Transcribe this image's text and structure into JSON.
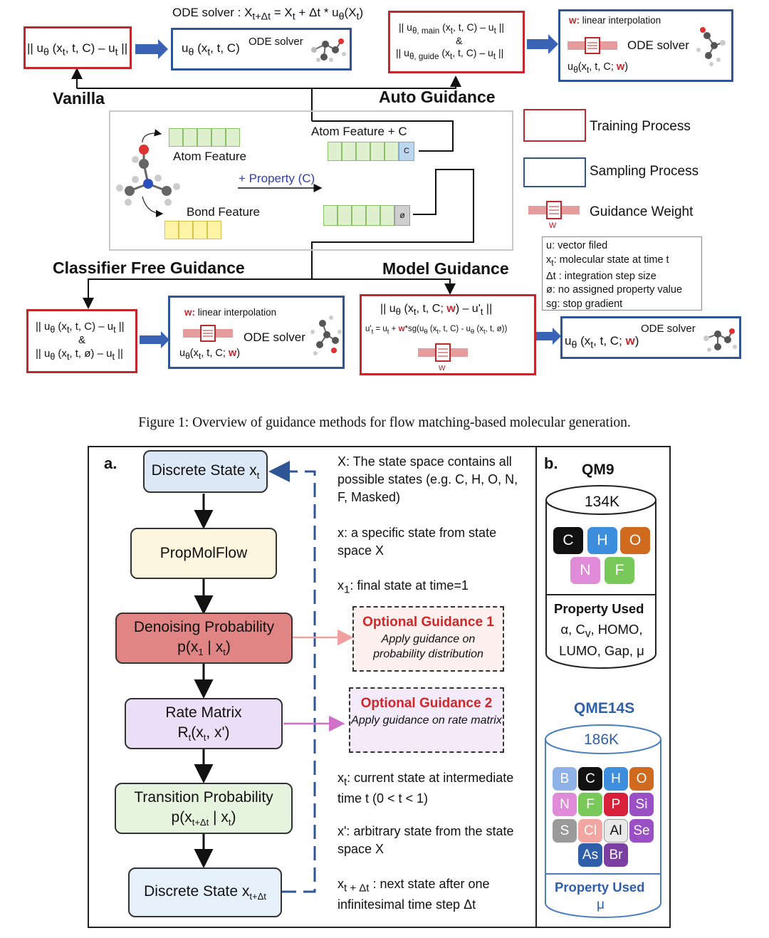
{
  "figure1": {
    "top_formula": "ODE solver : X<sub>t+Δt</sub> = X<sub>t</sub> + Δt * u<sub>θ</sub>(X<sub>t</sub>)",
    "vanilla": {
      "loss": "|| u<sub>θ</sub> (x<sub>t</sub>, t, C) – u<sub>t</sub> ||",
      "sample": "u<sub>θ</sub> (x<sub>t</sub>, t, C)",
      "solver": "ODE solver",
      "label": "Vanilla"
    },
    "auto": {
      "loss_main": "|| u<sub>θ, main</sub> (x<sub>t</sub>, t, C) – u<sub>t</sub> ||",
      "amp": "&",
      "loss_guide": "|| u<sub>θ, guide</sub> (x<sub>t</sub>, t, C) – u<sub>t</sub> ||",
      "w_label": "w: linear interpolation",
      "solver": "ODE solver",
      "sample": "u<sub>θ</sub>(x<sub>t</sub>, t, C; <b style='color:#c0282d'>w</b>)",
      "label": "Auto Guidance"
    },
    "center": {
      "atom_feature_c": "Atom Feature + C",
      "atom_feature": "Atom Feature",
      "property": "+ Property (C)",
      "bond_feature": "Bond Feature",
      "c": "C",
      "null": "ø"
    },
    "legend": {
      "training": "Training Process",
      "sampling": "Sampling Process",
      "guidance_weight": "Guidance Weight",
      "w": "w"
    },
    "notes": [
      "u: vector filed",
      "x<sub>t</sub>: molecular state at time t",
      "Δt : integration step size",
      "ø: no assigned property value",
      "sg: stop gradient"
    ],
    "cfg": {
      "label": "Classifier Free Guidance",
      "loss1": "|| u<sub>θ</sub> (x<sub>t</sub>, t, C) – u<sub>t</sub> ||",
      "amp": "&",
      "loss2": "|| u<sub>θ</sub> (x<sub>t</sub>, t, ø) – u<sub>t</sub> ||",
      "w_label": "w: linear interpolation",
      "solver": "ODE solver",
      "sample": "u<sub>θ</sub>(x<sub>t</sub>, t, C; <b style='color:#c0282d'>w</b>)"
    },
    "model": {
      "label": "Model Guidance",
      "loss": "|| u<sub>θ</sub> (x<sub>t</sub>, t, C; <b style='color:#c0282d'>w</b>) – u'<sub>t</sub> ||",
      "eq": "u'<sub>t</sub> = u<sub>t</sub> + <b style='color:#c0282d'>w</b>*sg(u<sub>θ</sub> (x<sub>t</sub>, t, C) - u<sub>θ</sub> (x<sub>t</sub>, t, ø))",
      "w": "w",
      "solver": "ODE solver",
      "sample": "u<sub>θ</sub> (x<sub>t</sub>, t, C; <b style='color:#c0282d'>w</b>)"
    },
    "caption": "Figure 1: Overview of guidance methods for flow matching-based molecular generation."
  },
  "figure2": {
    "a_label": "a.",
    "b_label": "b.",
    "flow": [
      {
        "text": "Discrete State x<sub>t</sub>"
      },
      {
        "text": "PropMolFlow"
      },
      {
        "text": "Denoising Probability<br>p(x<sub>1</sub> | x<sub>t</sub>)"
      },
      {
        "text": "Rate Matrix<br>R<sub>t</sub>(x<sub>t</sub>, x')"
      },
      {
        "text": "Transition Probability<br>p(x<sub>t+Δt</sub> | x<sub>t</sub>)"
      },
      {
        "text": "Discrete State x<sub>t+Δt</sub>"
      }
    ],
    "opt1": {
      "title": "Optional Guidance 1",
      "body": "Apply guidance on probability distribution"
    },
    "opt2": {
      "title": "Optional Guidance 2",
      "body": "Apply guidance on rate matrix"
    },
    "defs": [
      "X: The state space contains all possible states (e.g. C, H, O, N, F, Masked)",
      "x: a specific state from state space X",
      "x<sub>1</sub>: final state at time=1",
      "x<sub>t</sub>: current state at intermediate time t (0 &lt; t &lt; 1)",
      "x': arbitrary state from the state space X",
      "x<sub>t + Δt</sub> : next state after one infinitesimal time step Δt"
    ],
    "qm9": {
      "name": "QM9",
      "size": "134K",
      "elements": [
        "C",
        "H",
        "O",
        "N",
        "F"
      ],
      "prop_title": "Property Used",
      "props": "α, C<sub>v</sub>, HOMO, LUMO, Gap, μ"
    },
    "qme14s": {
      "name": "QME14S",
      "size": "186K",
      "elements": [
        "B",
        "C",
        "H",
        "O",
        "N",
        "F",
        "P",
        "Si",
        "S",
        "Cl",
        "Al",
        "Se",
        "As",
        "Br"
      ],
      "prop_title": "Property Used",
      "props": "μ"
    },
    "colors": {
      "red": "#c0282d",
      "blue": "#2f5597",
      "pink_arrow": "#f0a0a0",
      "purple_arrow": "#d070c8"
    }
  }
}
